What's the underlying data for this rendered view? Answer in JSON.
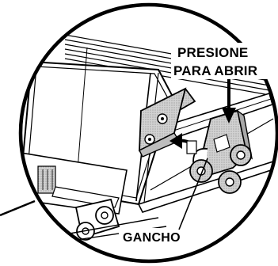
{
  "labels": {
    "press_line_1": "PRESIONE",
    "press_line_2": "PARA ABRIR",
    "hook": "GANCHO"
  }
}
